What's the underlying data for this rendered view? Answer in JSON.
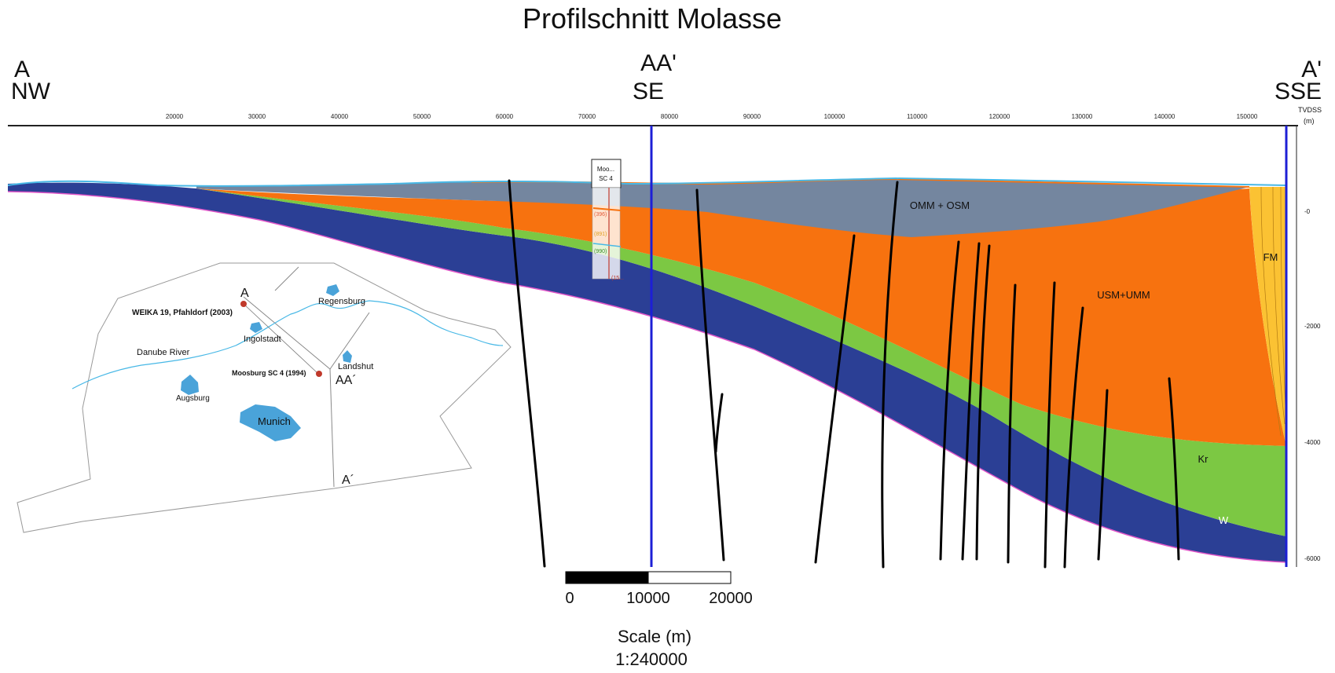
{
  "title": "Profilschnitt Molasse",
  "endpoints": {
    "left": {
      "name": "A",
      "dir": "NW"
    },
    "middle": {
      "name": "AA'",
      "dir": "SE"
    },
    "right": {
      "name": "A'",
      "dir": "SSE"
    }
  },
  "x_axis": {
    "ticks": [
      "20000",
      "30000",
      "40000",
      "50000",
      "60000",
      "70000",
      "80000",
      "90000",
      "100000",
      "110000",
      "120000",
      "130000",
      "140000",
      "150000"
    ]
  },
  "depth_axis": {
    "title_line1": "TVDSS",
    "title_line2": "(m)",
    "ticks": [
      "-0",
      "-2000",
      "-4000",
      "-6000"
    ]
  },
  "units": {
    "omm_osm": "OMM + OSM",
    "usm_umm": "USM+UMM",
    "fm": "FM",
    "kr": "Kr",
    "w": "W"
  },
  "well": {
    "name_line1": "Moo...",
    "name_line2": "SC 4",
    "markers": [
      "(396)",
      "(891)",
      "(990)",
      "(15..."
    ]
  },
  "map": {
    "wells": [
      "WEIKA 19, Pfahldorf (2003)",
      "Moosburg SC 4 (1994)"
    ],
    "cities": [
      "Regensburg",
      "Ingolstadt",
      "Landshut",
      "Augsburg",
      "Munich"
    ],
    "river": "Danube River",
    "points": [
      "A",
      "AA´",
      "A´"
    ]
  },
  "scale_bar": {
    "labels": [
      "0",
      "10000",
      "20000"
    ],
    "title": "Scale (m)",
    "ratio": "1:240000"
  },
  "colors": {
    "omm_osm": "#74869f",
    "usm_umm": "#f7720f",
    "fm": "#fbc233",
    "kr": "#7cc843",
    "w": "#2b3f95",
    "section_line": "#1d1fd6",
    "lake": "#4aa3d9",
    "well_dot": "#c0392b"
  }
}
